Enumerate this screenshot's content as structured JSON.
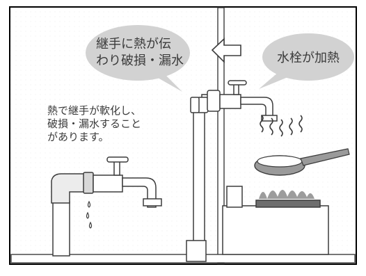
{
  "diagram": {
    "bubble_joint": {
      "lines": [
        "継手に熱が伝",
        "わり破損・漏水"
      ]
    },
    "bubble_faucet": {
      "text": "水栓が加熱"
    },
    "note": {
      "lines": [
        "熱で継手が軟化し、",
        "破損・漏水すること",
        "があります。"
      ]
    },
    "colors": {
      "frame": "#000000",
      "bubble": "#d2d2d2",
      "pipe_fill": "#ffffff",
      "pipe_stroke": "#3c3c3c",
      "flame": "#9c9c9c",
      "burner": "#6e6e6e",
      "pan": "#9a9a9a"
    }
  }
}
